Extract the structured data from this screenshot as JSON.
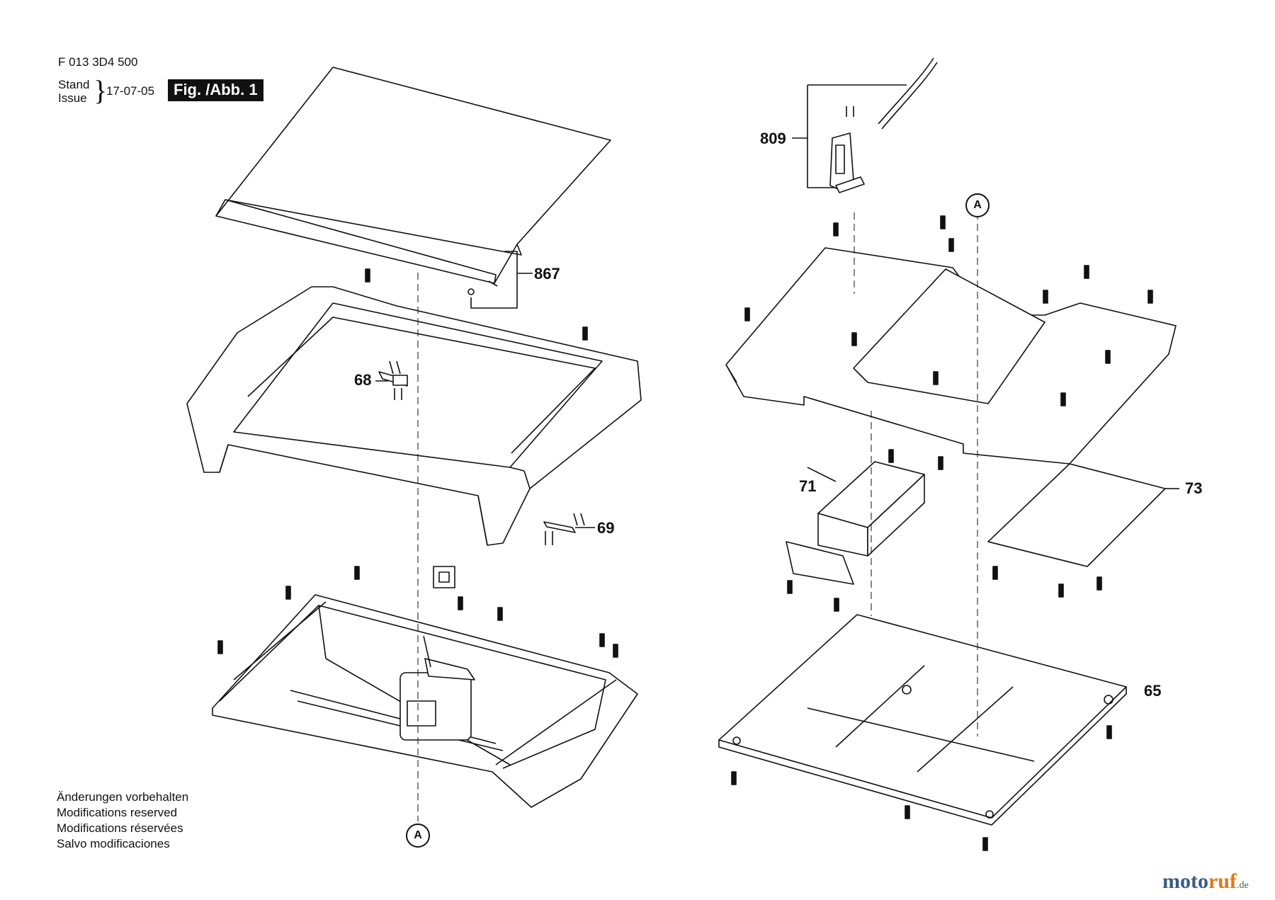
{
  "header": {
    "part_number": "F 013 3D4 500",
    "stand": "Stand",
    "issue": "Issue",
    "date": "17-07-05",
    "figure": "Fig. /Abb. 1"
  },
  "parts": [
    {
      "id": "867",
      "label": "867"
    },
    {
      "id": "68",
      "label": "68"
    },
    {
      "id": "69",
      "label": "69"
    },
    {
      "id": "809",
      "label": "809"
    },
    {
      "id": "71",
      "label": "71"
    },
    {
      "id": "73",
      "label": "73"
    },
    {
      "id": "65",
      "label": "65"
    }
  ],
  "reference_marks": {
    "top": "A",
    "bottom": "A"
  },
  "notes": [
    "Änderungen vorbehalten",
    "Modifications reserved",
    "Modifications réservées",
    "Salvo modificaciones"
  ],
  "watermark": {
    "part1": "moto",
    "part2": "ruf",
    "suffix": ".de"
  }
}
